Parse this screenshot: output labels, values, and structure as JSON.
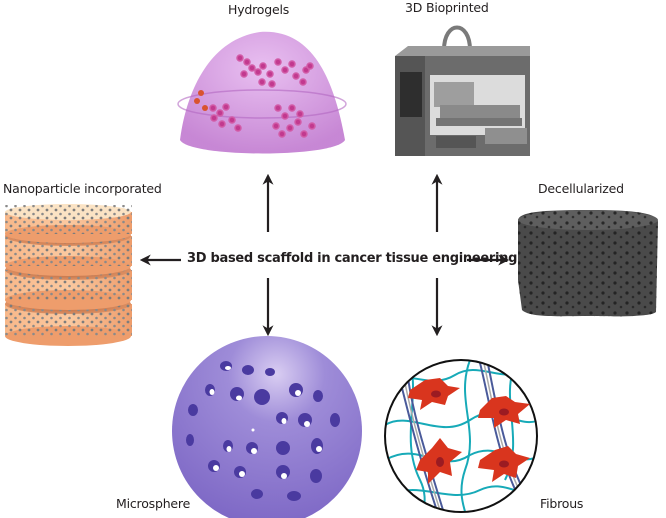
{
  "center": {
    "title": "3D based scaffold in cancer tissue engineering"
  },
  "scaffolds": [
    {
      "id": "hydrogels",
      "label": "Hydrogels",
      "direction": "up-left",
      "color": "#c77fd6"
    },
    {
      "id": "bioprinted",
      "label": "3D Bioprinted",
      "direction": "up-right",
      "color": "#6e6e6e"
    },
    {
      "id": "nanoparticle",
      "label": "Nanoparticle incorporated",
      "direction": "left",
      "color": "#f4a574"
    },
    {
      "id": "decellularized",
      "label": "Decellularized",
      "direction": "right",
      "color": "#3a3a3a"
    },
    {
      "id": "microsphere",
      "label": "Microsphere",
      "direction": "down-left",
      "color": "#8d7bd0"
    },
    {
      "id": "fibrous",
      "label": "Fibrous",
      "direction": "down-right",
      "color": "#d7301f"
    }
  ],
  "colors": {
    "arrow": "#231f20",
    "fiber_teal": "#17aab8",
    "fiber_blue": "#4a5a9a",
    "cell_red": "#d9351e",
    "nucleus": "#9b1b22"
  }
}
